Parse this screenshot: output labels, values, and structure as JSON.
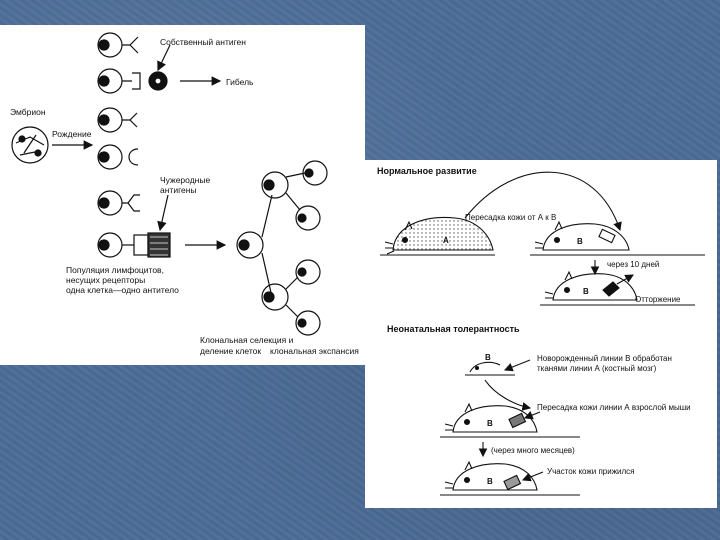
{
  "left_panel": {
    "label_own_antigen": "Собственный антиген",
    "label_death": "Гибель",
    "label_embryo": "Эмбрион",
    "label_birth": "Рождение",
    "label_foreign_1": "Чужеродные",
    "label_foreign_2": "антигены",
    "label_pop_1": "Популяция лимфоцитов,",
    "label_pop_2": "несущих рецепторы",
    "label_pop_3": "одна клетка—одно антитело",
    "label_clonal_sel_1": "Клональная селекция и",
    "label_clonal_sel_2": "деление клеток",
    "label_clonal_exp": "клональная экспансия"
  },
  "right_panel": {
    "normal_title": "Нормальное развитие",
    "graft_a_to_b": "Пересадка кожи от А к В",
    "letter_a": "А",
    "letter_b": "В",
    "after_10_days": "через 10 дней",
    "rejection": "Отторжение",
    "neonatal_title": "Неонатальная толерантность",
    "newborn_1": "Новорожденный линии В обработан",
    "newborn_2": "тканями линии А (костный мозг)",
    "graft_adult": "Пересадка кожи линии А взрослой мыши",
    "after_months": "(через много месяцев)",
    "graft_accepted": "Участок кожи прижился"
  },
  "colors": {
    "background": "#4c6c97",
    "panel": "#ffffff",
    "ink": "#111111"
  }
}
